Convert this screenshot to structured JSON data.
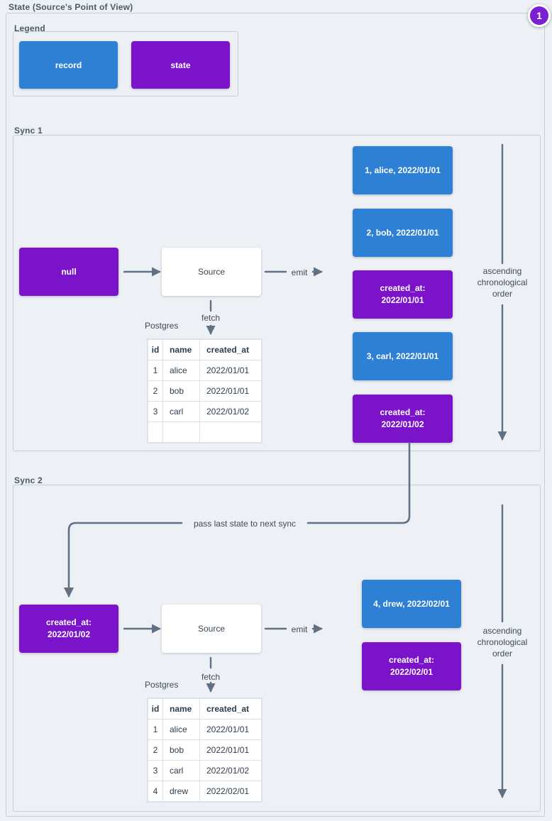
{
  "page": {
    "title": "State (Source's Point of View)",
    "badge": "1"
  },
  "colors": {
    "record_blue": "#2e80d4",
    "state_purple": "#7b13cb",
    "wire_gray": "#5f7183",
    "frame_gray": "#c6ced8",
    "background": "#edf0f4"
  },
  "legend": {
    "label": "Legend",
    "record_label": "record",
    "state_label": "state"
  },
  "connector": {
    "label": "pass last state to next sync"
  },
  "sync1": {
    "label": "Sync 1",
    "input_state": "null",
    "source": "Source",
    "emit": "emit",
    "fetch": "fetch",
    "database": "Postgres",
    "order_note": "ascending chronological order",
    "table": {
      "headers": [
        "id",
        "name",
        "created_at"
      ],
      "rows": [
        [
          "1",
          "alice",
          "2022/01/01"
        ],
        [
          "2",
          "bob",
          "2022/01/01"
        ],
        [
          "3",
          "carl",
          "2022/01/02"
        ],
        [
          "",
          "",
          ""
        ]
      ]
    },
    "emitted": [
      {
        "type": "record",
        "text": "1, alice, 2022/01/01"
      },
      {
        "type": "record",
        "text": "2, bob, 2022/01/01"
      },
      {
        "type": "state",
        "line1": "created_at:",
        "line2": "2022/01/01"
      },
      {
        "type": "record",
        "text": "3, carl, 2022/01/01"
      },
      {
        "type": "state",
        "line1": "created_at:",
        "line2": "2022/01/02"
      }
    ]
  },
  "sync2": {
    "label": "Sync 2",
    "input_state": {
      "line1": "created_at:",
      "line2": "2022/01/02"
    },
    "source": "Source",
    "emit": "emit",
    "fetch": "fetch",
    "database": "Postgres",
    "order_note": "ascending chronological order",
    "table": {
      "headers": [
        "id",
        "name",
        "created_at"
      ],
      "rows": [
        [
          "1",
          "alice",
          "2022/01/01"
        ],
        [
          "2",
          "bob",
          "2022/01/01"
        ],
        [
          "3",
          "carl",
          "2022/01/02"
        ],
        [
          "4",
          "drew",
          "2022/02/01"
        ]
      ]
    },
    "emitted": [
      {
        "type": "record",
        "text": "4, drew, 2022/02/01"
      },
      {
        "type": "state",
        "line1": "created_at:",
        "line2": "2022/02/01"
      }
    ]
  }
}
